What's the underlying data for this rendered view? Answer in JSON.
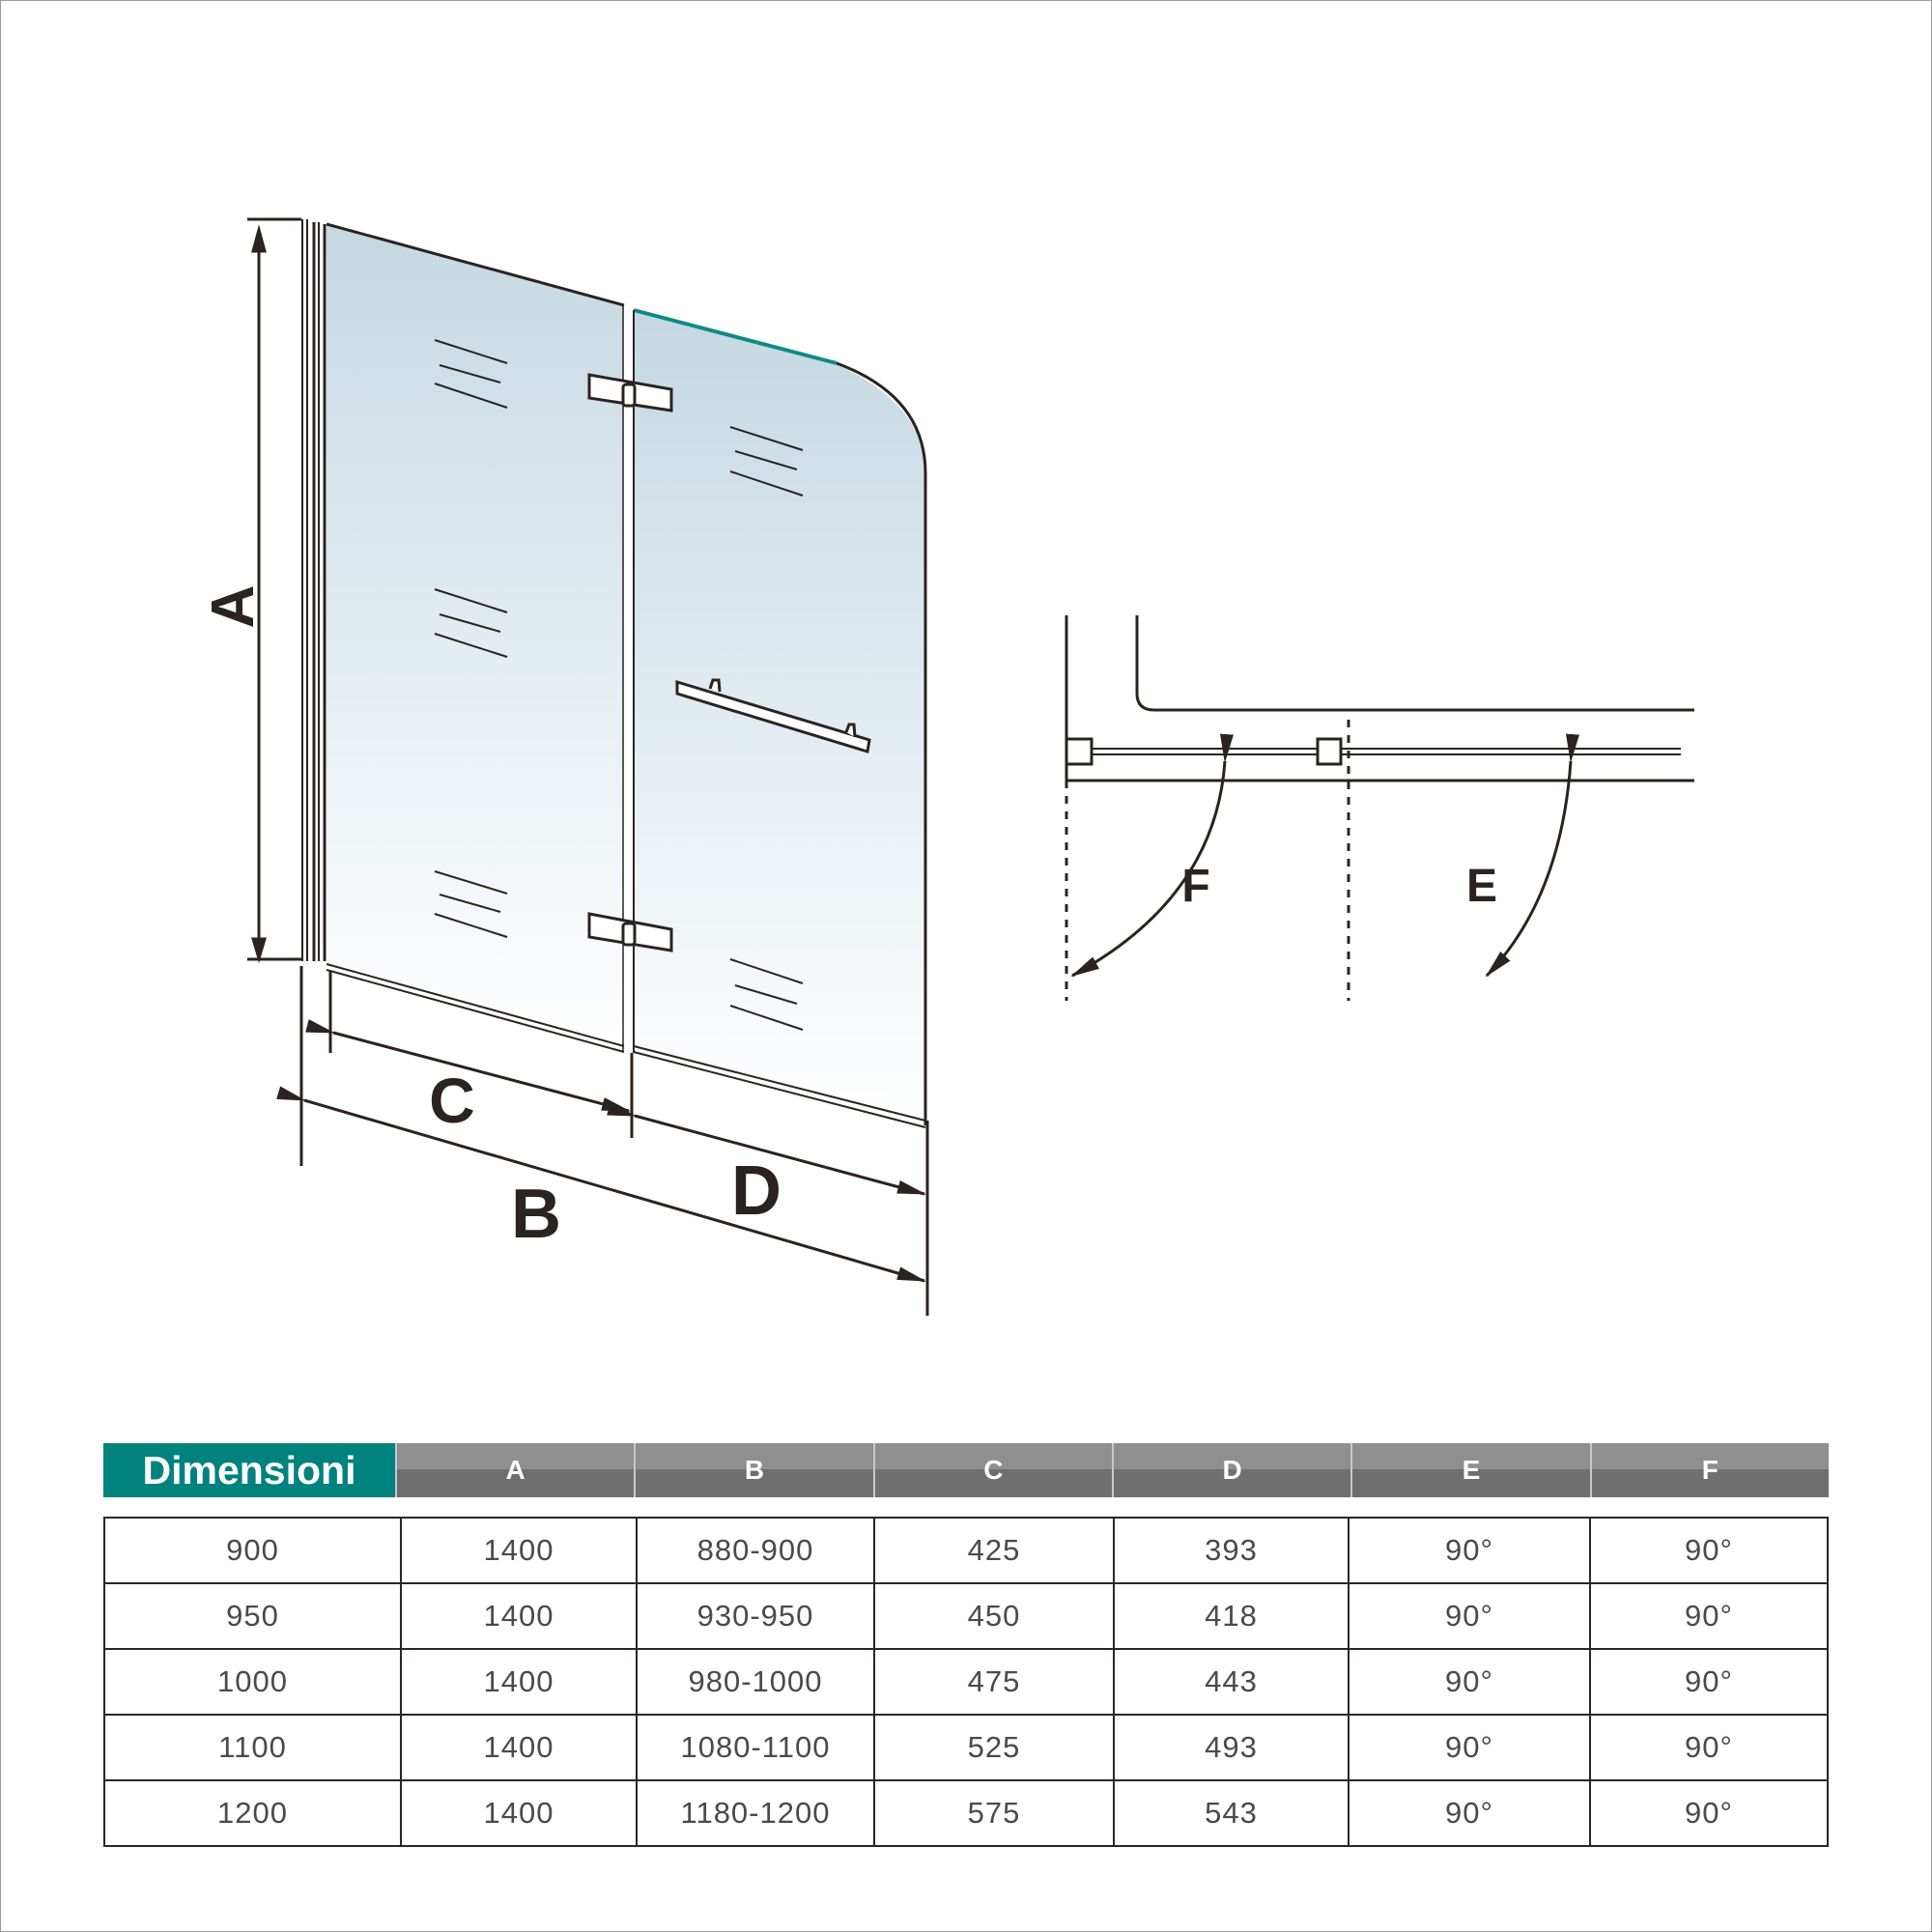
{
  "drawing": {
    "labels": {
      "A": "A",
      "B": "B",
      "C": "C",
      "D": "D",
      "E": "E",
      "F": "F"
    },
    "colors": {
      "glass_top": "#c5d8e2",
      "glass_bottom": "#ffffff",
      "line": "#2a2320",
      "accent_edge": "#0f8a86"
    }
  },
  "table": {
    "title": "Dimensioni",
    "title_color": "#00827e",
    "header_color": "#7f7f7f",
    "columns": [
      "A",
      "B",
      "C",
      "D",
      "E",
      "F"
    ],
    "rows": [
      {
        "size": "900",
        "A": "1400",
        "B": "880-900",
        "C": "425",
        "D": "393",
        "E": "90°",
        "F": "90°"
      },
      {
        "size": "950",
        "A": "1400",
        "B": "930-950",
        "C": "450",
        "D": "418",
        "E": "90°",
        "F": "90°"
      },
      {
        "size": "1000",
        "A": "1400",
        "B": "980-1000",
        "C": "475",
        "D": "443",
        "E": "90°",
        "F": "90°"
      },
      {
        "size": "1100",
        "A": "1400",
        "B": "1080-1100",
        "C": "525",
        "D": "493",
        "E": "90°",
        "F": "90°"
      },
      {
        "size": "1200",
        "A": "1400",
        "B": "1180-1200",
        "C": "575",
        "D": "543",
        "E": "90°",
        "F": "90°"
      }
    ]
  }
}
